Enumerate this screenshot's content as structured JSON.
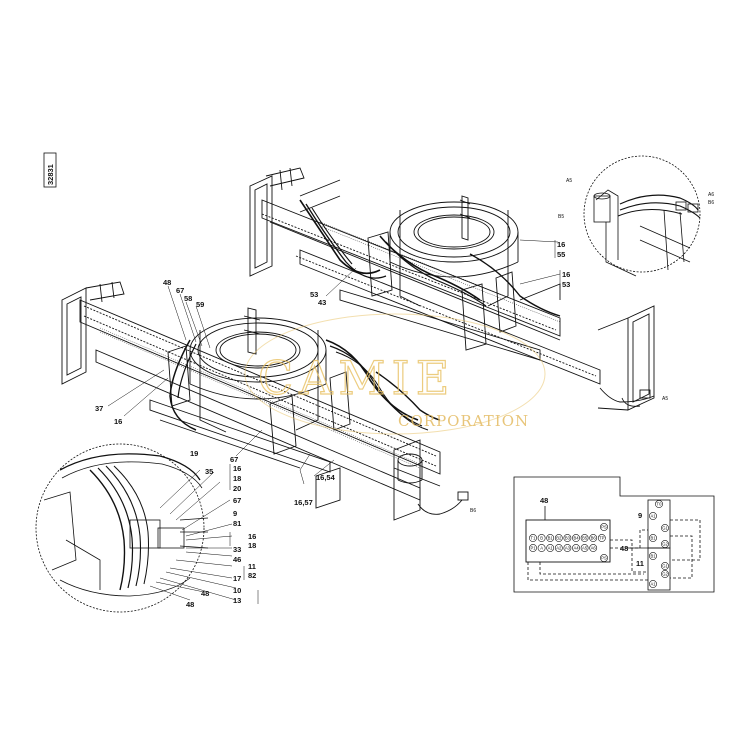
{
  "drawing": {
    "number": "32831"
  },
  "watermark": {
    "brand": "CAMIE",
    "subtitle": "CORPORATION"
  },
  "callouts": {
    "top": {
      "c16": "16",
      "c55": "55",
      "c16b": "16",
      "c53": "53",
      "c53b": "53",
      "c43": "43"
    },
    "main": {
      "c48": "48",
      "c67": "67",
      "c58": "58",
      "c59": "59",
      "c37": "37",
      "c16": "16",
      "c67b": "67",
      "c1654": "16,54",
      "c1657": "16,57"
    },
    "detail": {
      "c19": "19",
      "c35": "35",
      "c16": "16",
      "c18": "18",
      "c20": "20",
      "c67": "67",
      "c9": "9",
      "c81": "81",
      "c16b": "16",
      "c18b": "18",
      "c33": "33",
      "c46": "46",
      "c11": "11",
      "c17": "17",
      "c82": "82",
      "c10": "10",
      "c13": "13",
      "c48": "48",
      "c48b": "48"
    },
    "inset": {
      "a": "A5",
      "b": "A6",
      "c": "B6",
      "d": "B5"
    },
    "small": {
      "s1": "A5",
      "s2": "B6"
    },
    "schematic": {
      "c48": "48",
      "c48b": "48",
      "c9": "9",
      "c11": "11"
    }
  },
  "connector": {
    "row1": [
      "T1",
      "B",
      "B1",
      "B2",
      "B3",
      "B4",
      "B5",
      "B6",
      "TP"
    ],
    "row2": [
      "P1",
      "A",
      "A1",
      "A2",
      "A3",
      "A4",
      "A5",
      "A6"
    ],
    "side": [
      "PS",
      "PS"
    ],
    "valve9": [
      "T0",
      "A1",
      "B1",
      "G1",
      "G2"
    ],
    "valve11": [
      "B1",
      "G1",
      "G2",
      "A1"
    ]
  }
}
